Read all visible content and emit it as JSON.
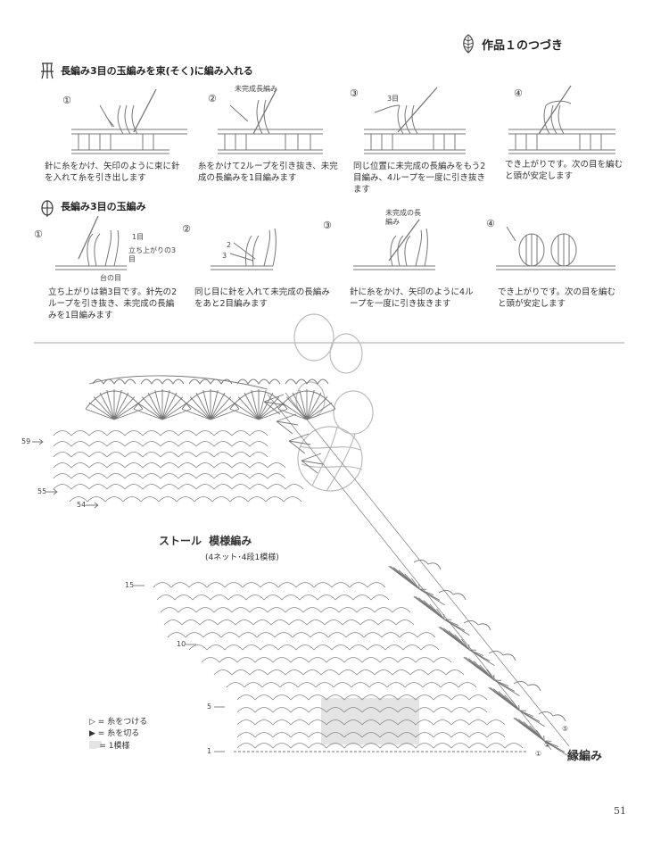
{
  "header": {
    "title": "作品１のつづき",
    "leaf_icon": "leaf-icon"
  },
  "section1": {
    "title": "長編み3目の玉編みを束(そく)に編み入れる",
    "steps": [
      {
        "num": "①",
        "caption": "針に糸をかけ、矢印のように束に針を入れて糸を引き出します"
      },
      {
        "num": "②",
        "label": "未完成長編み",
        "caption": "糸をかけて2ループを引き抜き、未完成の長編みを1目編みます"
      },
      {
        "num": "③",
        "label": "3目",
        "caption": "同じ位置に未完成の長編みをもう2目編み、4ループを一度に引き抜きます"
      },
      {
        "num": "④",
        "caption": "でき上がりです。次の目を編むと頭が安定します"
      }
    ]
  },
  "section2": {
    "title": "長編み3目の玉編み",
    "steps": [
      {
        "num": "①",
        "labels": [
          "1目",
          "立ち上がりの3目",
          "台の目"
        ],
        "caption": "立ち上がりは鎖3目です。針先の2ループを引き抜き、未完成の長編みを1目編みます"
      },
      {
        "num": "②",
        "labels": [
          "2",
          "3"
        ],
        "caption": "同じ目に針を入れて未完成の長編みをあと2目編みます"
      },
      {
        "num": "③",
        "label": "未完成の長編み",
        "caption": "針に糸をかけ、矢印のように4ループを一度に引き抜きます"
      },
      {
        "num": "④",
        "caption": "でき上がりです。次の目を編むと頭が安定します"
      }
    ]
  },
  "chart": {
    "title_a": "ストール",
    "title_b": "模様編み",
    "subtitle": "(4ネット･4段1模様)",
    "row_labels_top": [
      "59",
      "55",
      "54"
    ],
    "row_labels_bottom": [
      "15",
      "10",
      "5",
      "1"
    ],
    "edging_label": "縁編み",
    "edging_rows": [
      "①",
      "②",
      "⑤"
    ]
  },
  "legend": {
    "items": [
      {
        "symbol": "▷",
        "text": "= 糸をつける"
      },
      {
        "symbol": "▶",
        "text": "= 糸を切る"
      },
      {
        "symbol": "■",
        "text": "= 1模様"
      }
    ]
  },
  "page_number": "51",
  "colors": {
    "line": "#777777",
    "motif": "#b8b8b8",
    "repeat": "#e4e4e4"
  }
}
